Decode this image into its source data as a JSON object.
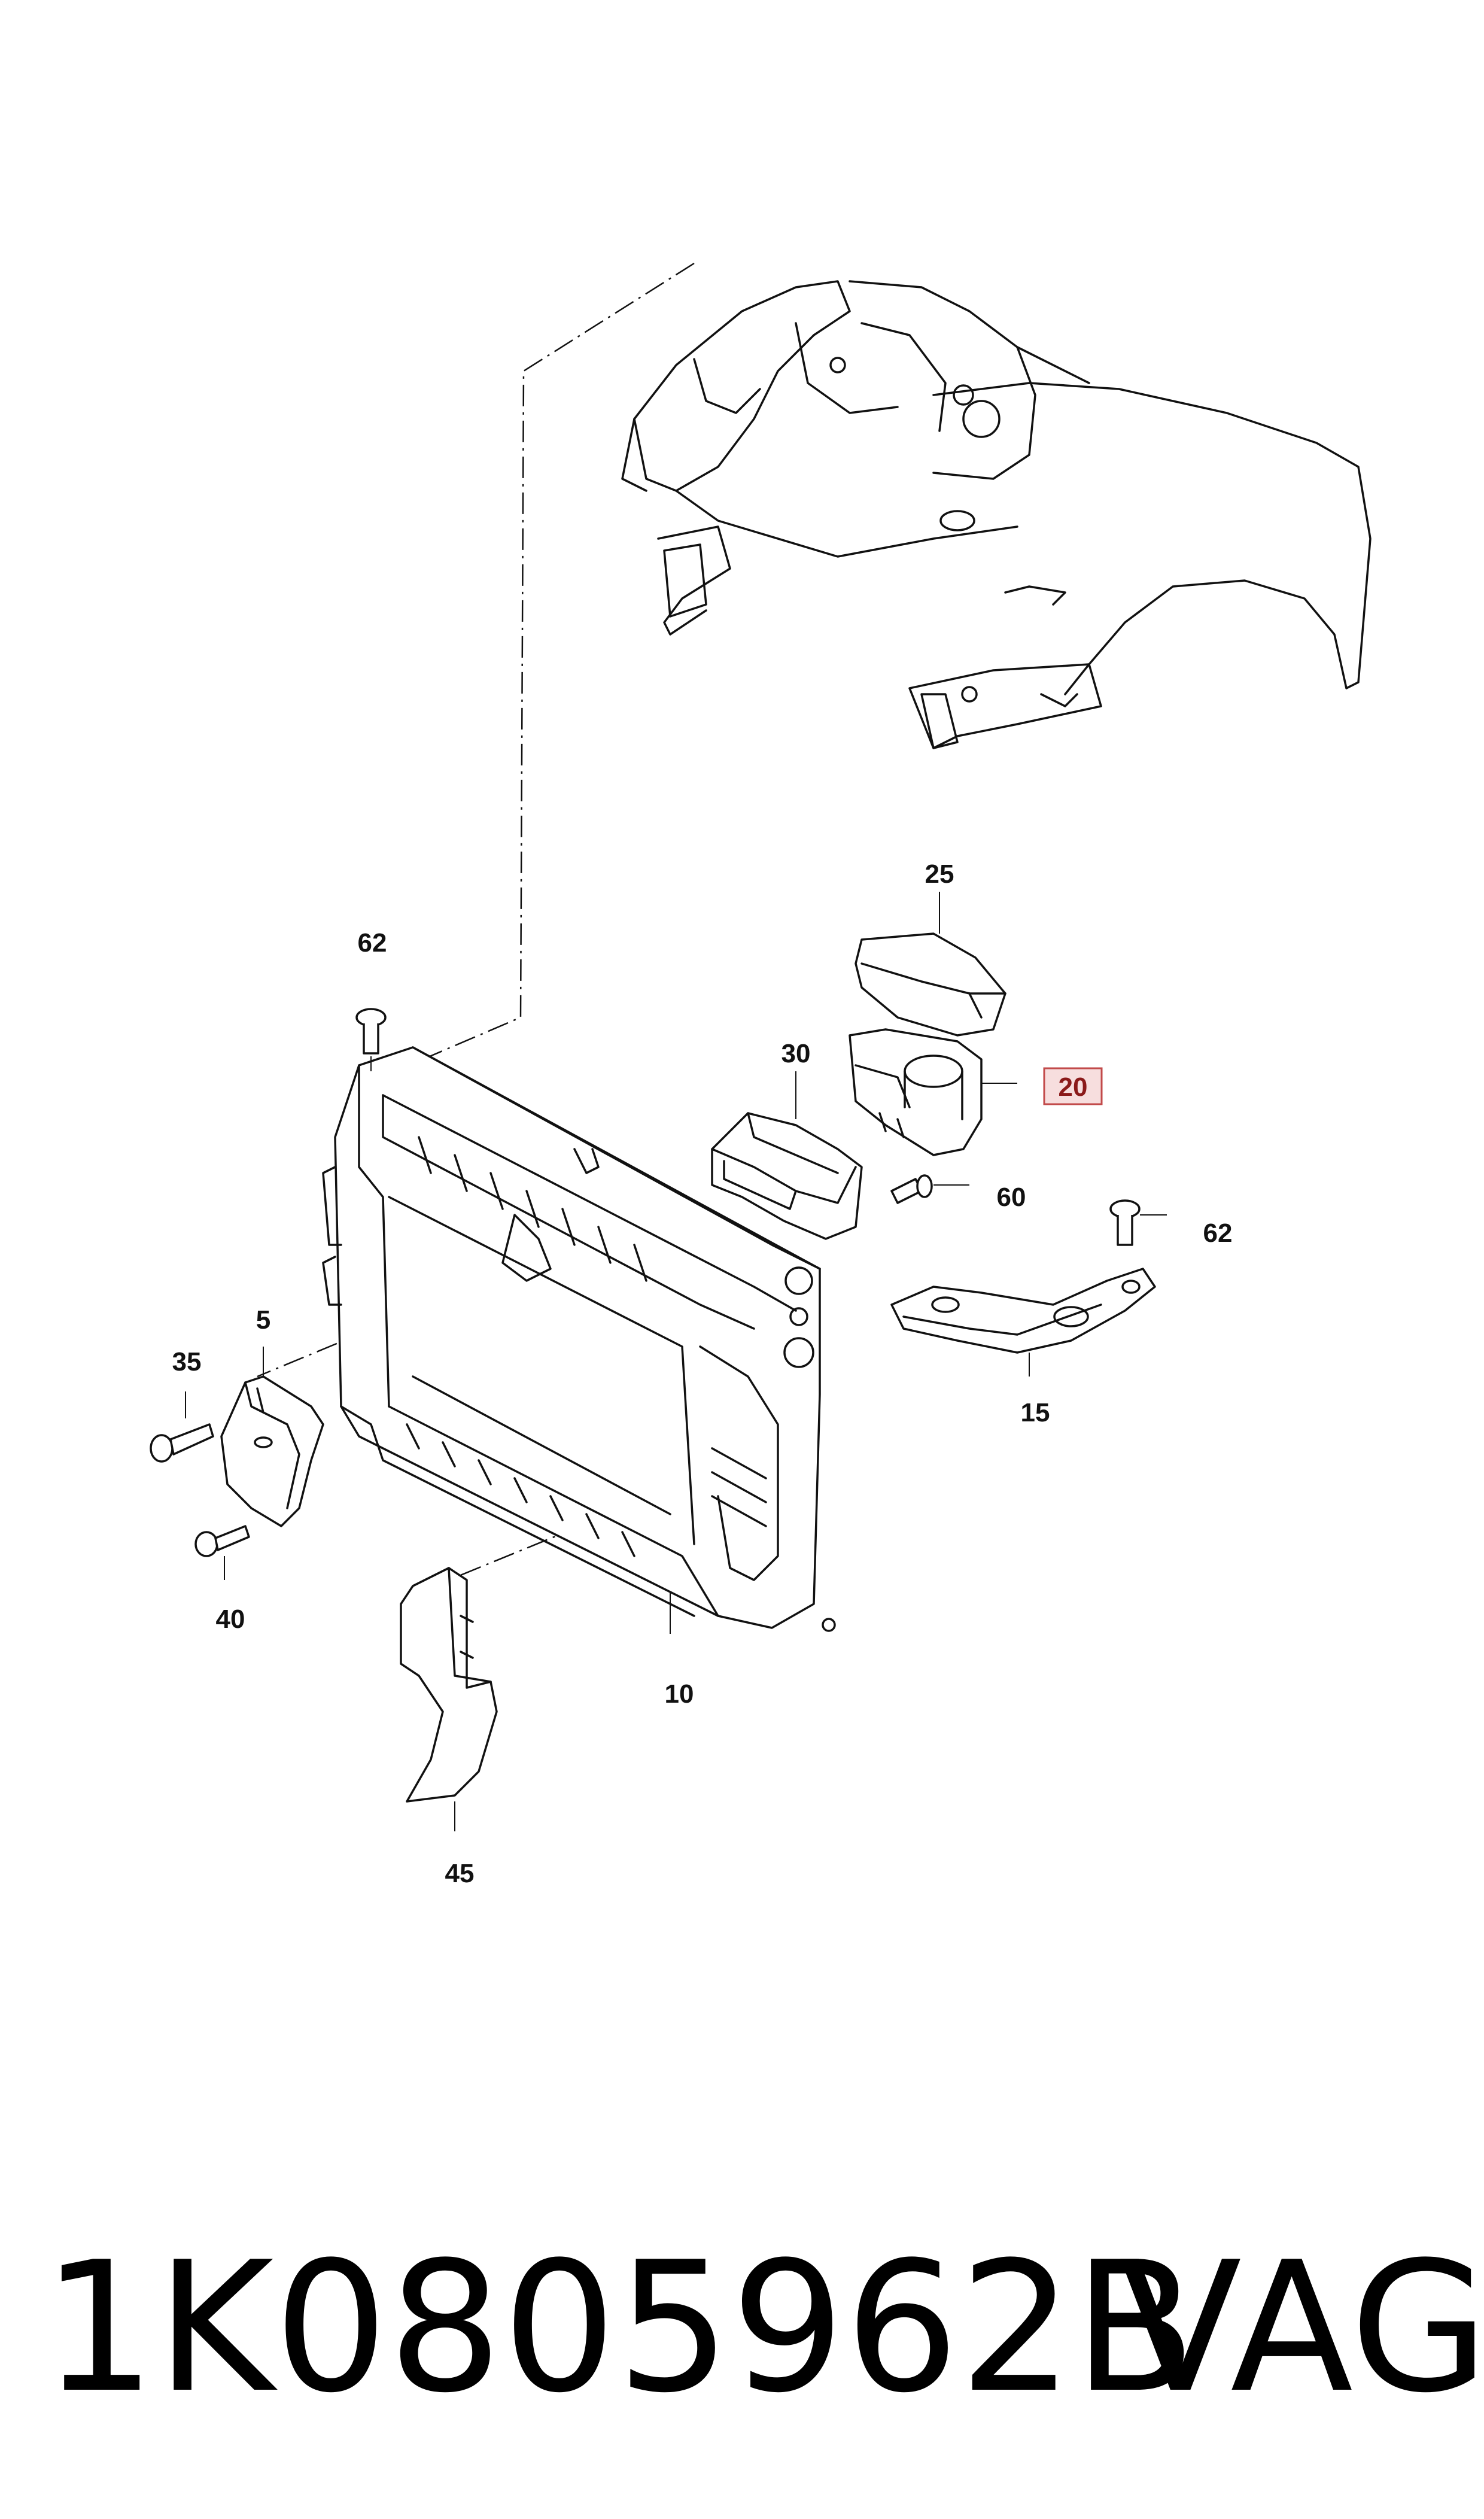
{
  "callouts": [
    {
      "id": "c25",
      "text": "25",
      "highlighted": false
    },
    {
      "id": "c62a",
      "text": "62",
      "highlighted": false
    },
    {
      "id": "c30",
      "text": "30",
      "highlighted": false
    },
    {
      "id": "c20",
      "text": "20",
      "highlighted": true
    },
    {
      "id": "c60",
      "text": "60",
      "highlighted": false
    },
    {
      "id": "c62b",
      "text": "62",
      "highlighted": false
    },
    {
      "id": "c5",
      "text": "5",
      "highlighted": false
    },
    {
      "id": "c35",
      "text": "35",
      "highlighted": false
    },
    {
      "id": "c15",
      "text": "15",
      "highlighted": false
    },
    {
      "id": "c40",
      "text": "40",
      "highlighted": false
    },
    {
      "id": "c10",
      "text": "10",
      "highlighted": false
    },
    {
      "id": "c45",
      "text": "45",
      "highlighted": false
    }
  ],
  "footer": {
    "part_number": "1K0805962B",
    "brand": "VAG"
  },
  "colors": {
    "line": "#111111",
    "highlight_fill": "#f7dede",
    "highlight_border": "#c24a4a"
  }
}
